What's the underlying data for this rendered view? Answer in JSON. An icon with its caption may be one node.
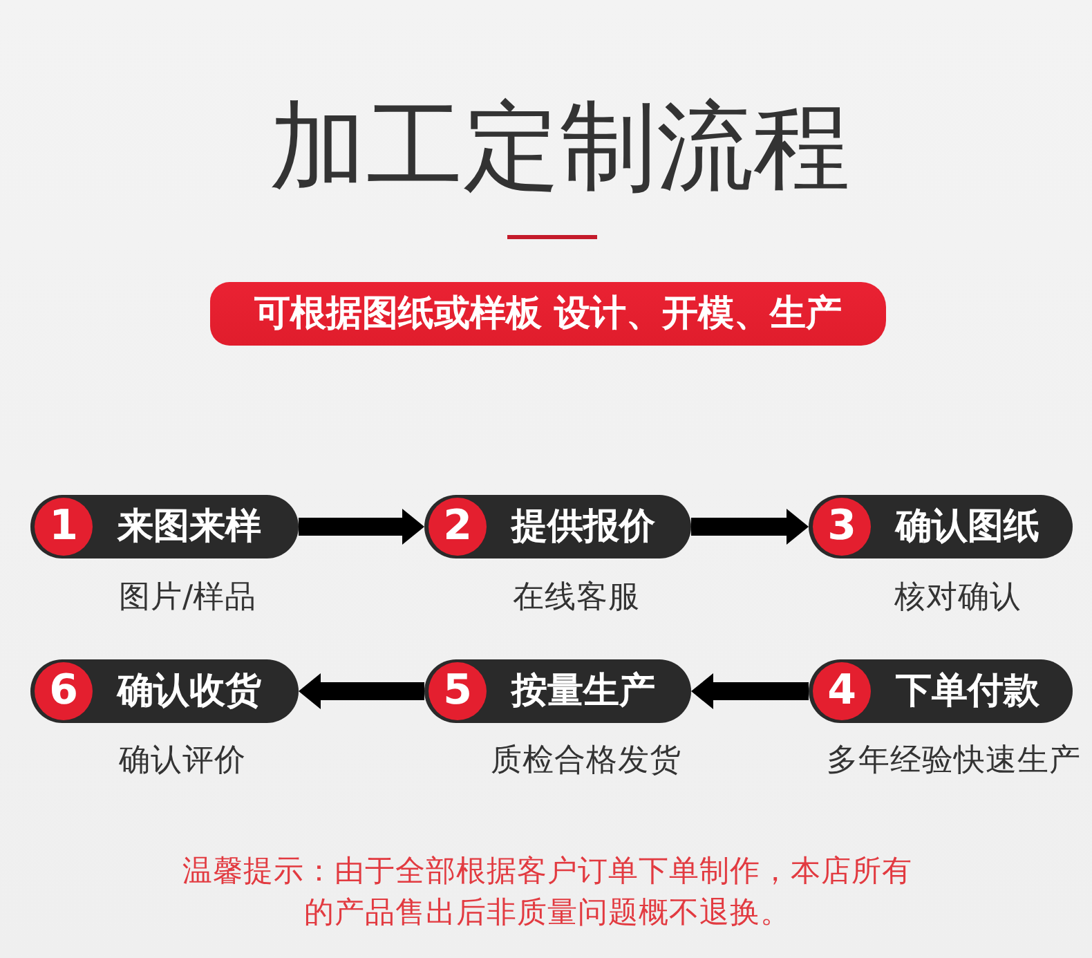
{
  "diagram": {
    "title": "加工定制流程",
    "nodes": [
      {
        "text": [
          "可根据图纸或样板 设计、开模、生产"
        ]
      },
      {
        "text": [
          "来图来样"
        ],
        "beside": [
          "图片/样品"
        ]
      },
      {
        "text": [
          "1"
        ],
        "in": 1
      },
      {
        "text": [
          "提供报价"
        ],
        "beside": [
          "在线客服"
        ]
      },
      {
        "text": [
          "2"
        ],
        "in": 3
      },
      {
        "text": [
          "确认图纸"
        ],
        "beside": [
          "核对确认"
        ]
      },
      {
        "text": [
          "3"
        ],
        "in": 5
      },
      {
        "text": [
          "确认收货"
        ],
        "beside": [
          "确认评价"
        ]
      },
      {
        "text": [
          "6"
        ],
        "in": 7
      },
      {
        "text": [
          "按量生产"
        ],
        "beside": [
          "质检合格发货"
        ]
      },
      {
        "text": [
          "5"
        ],
        "in": 9
      },
      {
        "text": [
          "下单付款"
        ],
        "beside": [
          "多年经验快速生产"
        ]
      },
      {
        "text": [
          "4"
        ],
        "in": 11
      }
    ],
    "edges": [
      {
        "from": 1,
        "to": 3,
        "arrow": "to"
      },
      {
        "from": 3,
        "to": 5,
        "arrow": "to"
      },
      {
        "from": 11,
        "to": 9,
        "arrow": "to"
      },
      {
        "from": 9,
        "to": 7,
        "arrow": "to"
      }
    ],
    "labels": [
      "温馨提示：由于全部根据客户订单下单制作，本店所有的产品售出后非质量问题概不退换。"
    ]
  }
}
